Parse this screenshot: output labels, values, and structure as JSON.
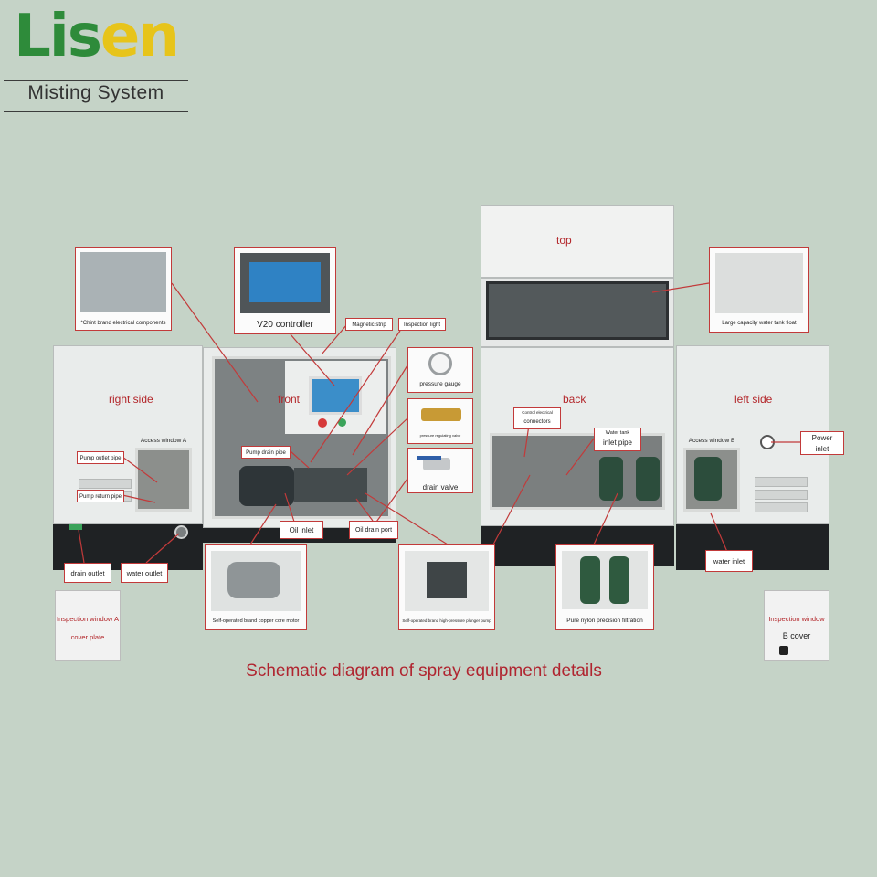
{
  "logo": {
    "brand_green": "Lis",
    "brand_yellow": "en",
    "subtitle": "Misting System"
  },
  "caption": "Schematic diagram of spray equipment details",
  "views": {
    "top": "top",
    "front": "front",
    "back": "back",
    "right_side": "right side",
    "left_side": "left side"
  },
  "callouts": {
    "electrical": "*Chint brand electrical components",
    "controller": "V20 controller",
    "magnetic_strip": "Magnetic strip",
    "inspection_light": "Inspection light",
    "pressure_gauge": "pressure gauge",
    "pressure_regulating_valve": "pressure regulating valve",
    "drain_valve": "drain valve",
    "control_electrical_connectors_small": "Control electrical",
    "control_electrical_connectors": "connectors",
    "water_tank_inlet_small": "Water tank",
    "water_tank_inlet": "inlet pipe",
    "water_tank_float": "Large capacity water tank float",
    "access_window_a": "Access window A",
    "pump_outlet_pipe": "Pump outlet pipe",
    "pump_return_pipe": "Pump return pipe",
    "pump_drain_pipe": "Pump drain pipe",
    "oil_inlet": "Oil inlet",
    "oil_drain_port": "Oil drain port",
    "drain_outlet": "drain outlet",
    "water_outlet": "water outlet",
    "access_window_b": "Access window B",
    "power_inlet_1": "Power",
    "power_inlet_2": "inlet",
    "water_inlet": "water inlet",
    "motor": "Self-operated brand copper core motor",
    "plunger_pump": "Self-operated brand high-pressure plunger pump",
    "filtration": "Pure nylon precision filtration",
    "inspection_window_a_1": "Inspection window A",
    "inspection_window_a_2": "cover plate",
    "inspection_window_b_1": "Inspection window",
    "inspection_window_b_2": "B cover"
  },
  "colors": {
    "background": "#c5d3c7",
    "callout_border": "#c23a3a",
    "label_red": "#b3262a",
    "logo_green": "#2e8b3a",
    "logo_yellow": "#e7c41a"
  }
}
